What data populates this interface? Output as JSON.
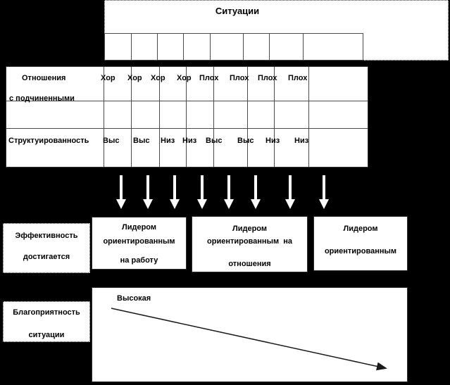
{
  "title": "Ситуации",
  "table": {
    "relations_label_line1": "Отношения",
    "relations_label_line2": "с подчиненными",
    "structure_label": "Структуированность",
    "relations_values": [
      "Хор",
      "Хор",
      "Хор",
      "Хор",
      "Плох",
      "Плох",
      "Плох",
      "Плох"
    ],
    "structure_values": [
      "Выс",
      "Выс",
      "Низ",
      "Низ",
      "Выс",
      "Выс",
      "Низ",
      "Низ"
    ]
  },
  "effectiveness": {
    "label_line1": "Эффективность",
    "label_line2": "достигается",
    "boxes": [
      {
        "line1": "Лидером",
        "line2": "ориентированным",
        "line3": "на работу"
      },
      {
        "line1": "Лидером",
        "line2": "ориентированным  на",
        "line3": "отношения"
      },
      {
        "line1": "Лидером",
        "line2": "ориентированным",
        "line3": ""
      }
    ]
  },
  "favorability": {
    "label_line1": "Благоприятность",
    "label_line2": "ситуации",
    "scale_high_label": "Высокая"
  },
  "colors": {
    "background": "#000000",
    "box_fill": "#ffffff",
    "grid_line": "#4a4a4a",
    "text": "#000000",
    "arrow": "#ffffff"
  }
}
